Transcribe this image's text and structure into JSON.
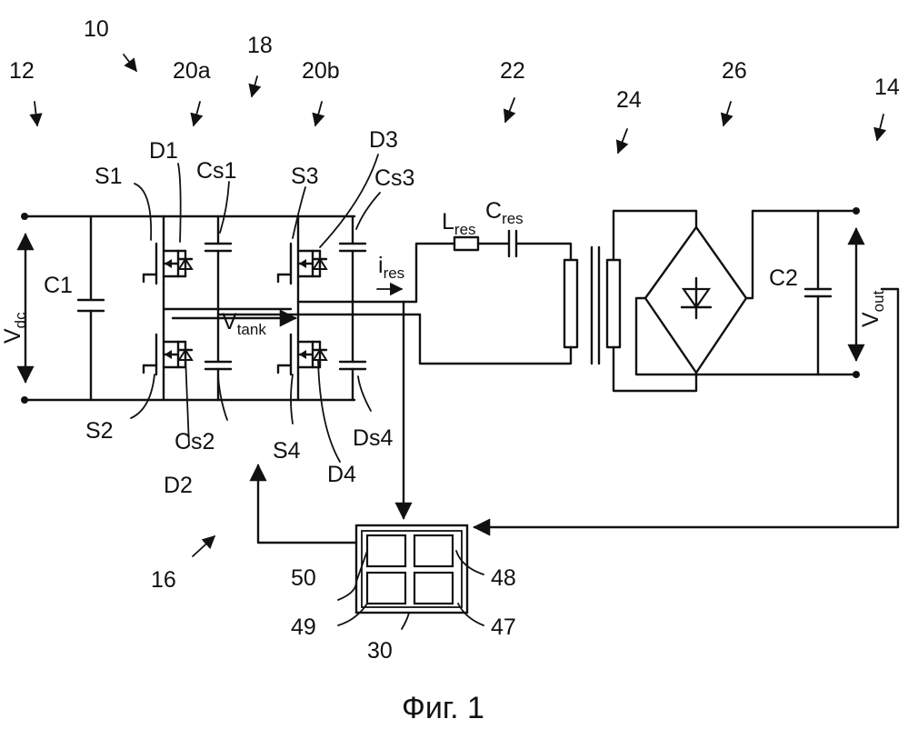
{
  "figure": {
    "caption": "Фиг. 1",
    "refs": {
      "r10": "10",
      "r12": "12",
      "r14": "14",
      "r16": "16",
      "r18": "18",
      "r20a": "20a",
      "r20b": "20b",
      "r22": "22",
      "r24": "24",
      "r26": "26",
      "r30": "30",
      "r47": "47",
      "r48": "48",
      "r49": "49",
      "r50": "50"
    },
    "components": {
      "S1": "S1",
      "S2": "S2",
      "S3": "S3",
      "S4": "S4",
      "D1": "D1",
      "D2": "D2",
      "D3": "D3",
      "D4": "D4",
      "Cs1": "Cs1",
      "Cs2": "Cs2",
      "Cs3": "Cs3",
      "Ds4": "Ds4",
      "C1": "C1",
      "C2": "C2"
    },
    "signals": {
      "vdc_main": "V",
      "vdc_sub": "dc",
      "vtank_main": "V",
      "vtank_sub": "tank",
      "ires_main": "i",
      "ires_sub": "res",
      "lres_main": "L",
      "lres_sub": "res",
      "cres_main": "C",
      "cres_sub": "res",
      "vout_main": "V",
      "vout_sub": "out"
    }
  }
}
